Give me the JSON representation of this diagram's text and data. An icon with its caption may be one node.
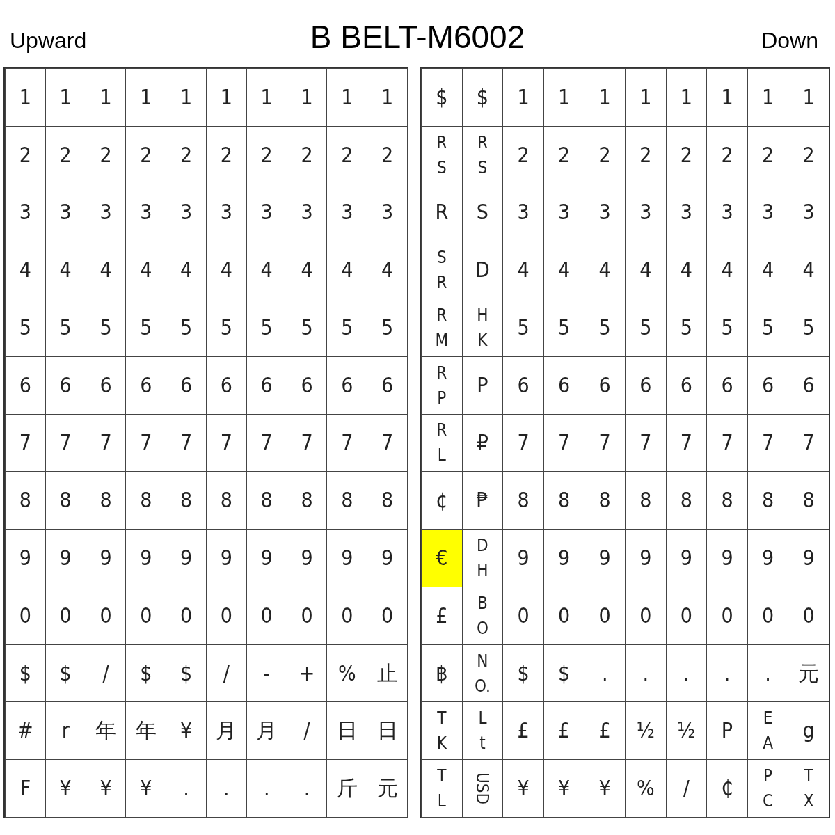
{
  "diagram": {
    "title": "B BELT-M6002",
    "labels": [
      "Upward",
      "Down",
      "1",
      "1",
      "1",
      "1",
      "1",
      "1",
      "1",
      "1",
      "1",
      "1",
      "2",
      "2",
      "2",
      "2",
      "2",
      "2",
      "2",
      "2",
      "2",
      "2",
      "3",
      "3",
      "3",
      "3",
      "3",
      "3",
      "3",
      "3",
      "3",
      "3",
      "4",
      "4",
      "4",
      "4",
      "4",
      "4",
      "4",
      "4",
      "4",
      "4",
      "5",
      "5",
      "5",
      "5",
      "5",
      "5",
      "5",
      "5",
      "5",
      "5",
      "6",
      "6",
      "6",
      "6",
      "6",
      "6",
      "6",
      "6",
      "6",
      "6",
      "7",
      "7",
      "7",
      "7",
      "7",
      "7",
      "7",
      "7",
      "7",
      "7",
      "8",
      "8",
      "8",
      "8",
      "8",
      "8",
      "8",
      "8",
      "8",
      "8",
      "9",
      "9",
      "9",
      "9",
      "9",
      "9",
      "9",
      "9",
      "9",
      "9",
      "0",
      "0",
      "0",
      "0",
      "0",
      "0",
      "0",
      "0",
      "0",
      "0",
      "$",
      "$",
      "/",
      "$",
      "$",
      "/",
      "-",
      "+",
      "%",
      "止",
      "#",
      "r",
      "年",
      "年",
      "¥",
      "月",
      "月",
      "/",
      "日",
      "日",
      "F",
      "¥",
      "¥",
      "¥",
      ".",
      ".",
      ".",
      ".",
      "斤",
      "元",
      "$",
      "$",
      "1",
      "1",
      "1",
      "1",
      "1",
      "1",
      "1",
      "1",
      "R S",
      "R S",
      "2",
      "2",
      "2",
      "2",
      "2",
      "2",
      "2",
      "2",
      "R",
      "S",
      "3",
      "3",
      "3",
      "3",
      "3",
      "3",
      "3",
      "3",
      "S R",
      "D",
      "4",
      "4",
      "4",
      "4",
      "4",
      "4",
      "4",
      "4",
      "R M",
      "H K",
      "5",
      "5",
      "5",
      "5",
      "5",
      "5",
      "5",
      "5",
      "R P",
      "P",
      "6",
      "6",
      "6",
      "6",
      "6",
      "6",
      "6",
      "6",
      "R L",
      "₽",
      "7",
      "7",
      "7",
      "7",
      "7",
      "7",
      "7",
      "7",
      "¢",
      "₱",
      "8",
      "8",
      "8",
      "8",
      "8",
      "8",
      "8",
      "8",
      "€",
      "D H",
      "9",
      "9",
      "9",
      "9",
      "9",
      "9",
      "9",
      "9",
      "£",
      "B O",
      "0",
      "0",
      "0",
      "0",
      "0",
      "0",
      "0",
      "0",
      "฿",
      "N O.",
      "$",
      "$",
      ".",
      ".",
      ".",
      ".",
      ".",
      "元",
      "T K",
      "L t",
      "£",
      "£",
      "£",
      "½",
      "½",
      "P",
      "E A",
      "g",
      "T L",
      "USD",
      "¥",
      "¥",
      "¥",
      "%",
      "/",
      "₵",
      "P C",
      "T X"
    ]
  }
}
